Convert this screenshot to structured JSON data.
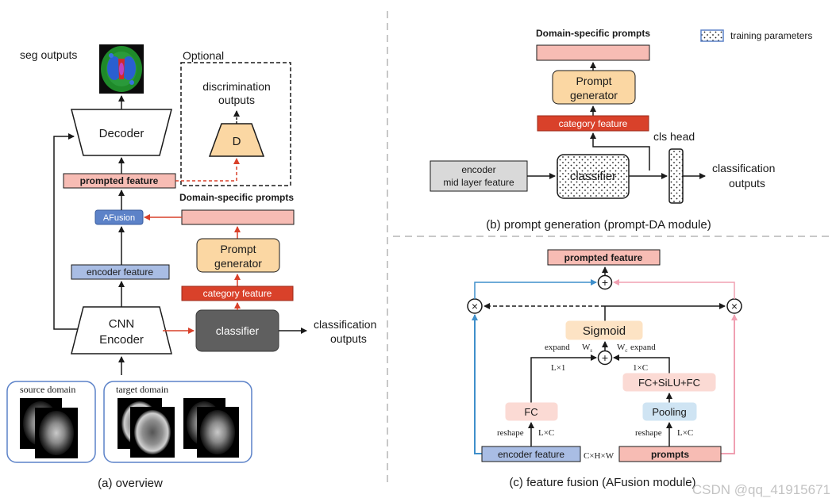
{
  "colors": {
    "accent_red": "#d9412a",
    "prompt_pink": "#f7bcb4",
    "generator_orange": "#fbd7a3",
    "encoder_blue": "#a9bde4",
    "afusion_blue": "#5c82c8",
    "classifier_gray": "#5f5f5f",
    "light_blue": "#cfe4f3",
    "sigmoid_peach": "#fde3c4",
    "fusion_blue_line": "#3f8fcb",
    "fusion_pink_line": "#f0a0b2"
  },
  "overview": {
    "seg_outputs": "seg outputs",
    "optional": "Optional",
    "discrimination_line1": "discrimination",
    "discrimination_line2": "outputs",
    "d_label": "D",
    "decoder": "Decoder",
    "prompted_feature": "prompted feature",
    "domain_specific_prompts": "Domain-specific prompts",
    "afusion": "AFusion",
    "prompt_generator_line1": "Prompt",
    "prompt_generator_line2": "generator",
    "encoder_feature": "encoder feature",
    "category_feature": "category feature",
    "cnn_encoder_line1": "CNN",
    "cnn_encoder_line2": "Encoder",
    "classifier": "classifier",
    "classification_line1": "classification",
    "classification_line2": "outputs",
    "source_domain": "source domain",
    "target_domain": "target domain",
    "caption": "(a) overview"
  },
  "prompt_generation": {
    "domain_specific_prompts": "Domain-specific prompts",
    "training_parameters": "training parameters",
    "prompt_generator_line1": "Prompt",
    "prompt_generator_line2": "generator",
    "category_feature": "category feature",
    "cls_head": "cls head",
    "encoder_line1": "encoder",
    "encoder_line2": "mid layer feature",
    "classifier": "classifier",
    "classification_line1": "classification",
    "classification_line2": "outputs",
    "caption": "(b) prompt generation (prompt-DA module)"
  },
  "feature_fusion": {
    "prompted_feature": "prompted feature",
    "plus": "+",
    "times": "×",
    "sigmoid": "Sigmoid",
    "expand_left": "expand",
    "expand_right": "expand",
    "ws_main": "W",
    "ws_sub": "s",
    "wc_main": "W",
    "wc_sub": "c",
    "l_by_1": "L×1",
    "one_by_c": "1×C",
    "fc_silu": "FC+SiLU+FC",
    "fc": "FC",
    "pooling": "Pooling",
    "reshape_left": "reshape",
    "reshape_right": "reshape",
    "l_by_c_left": "L×C",
    "l_by_c_right": "L×C",
    "encoder_feature": "encoder feature",
    "chw": "C×H×W",
    "prompts": "prompts",
    "caption": "(c) feature fusion (AFusion module)"
  },
  "watermark": "CSDN @qq_41915671"
}
